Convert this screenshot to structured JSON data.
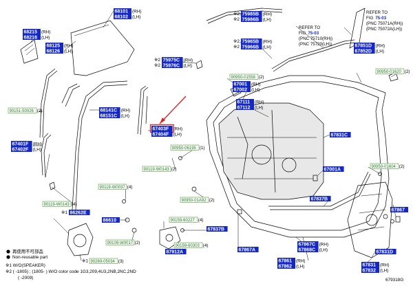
{
  "callouts": [
    {
      "code": "68101",
      "suffix": "(RH)"
    },
    {
      "code": "68102",
      "suffix": "(LH)"
    },
    {
      "code": "75985B",
      "suffix": "(RH)",
      "mark": "※2"
    },
    {
      "code": "75986B",
      "suffix": "(LH)",
      "mark": "※2"
    },
    {
      "code": "68215",
      "suffix": "(RH)"
    },
    {
      "code": "68216",
      "suffix": "(LH)"
    },
    {
      "code": "68125",
      "suffix": "(RH)"
    },
    {
      "code": "68126",
      "suffix": "(LH)"
    },
    {
      "code": "75965B",
      "suffix": "(RH)",
      "mark": "※2"
    },
    {
      "code": "75966B",
      "suffix": "(LH)",
      "mark": "※2"
    },
    {
      "code": "75975C",
      "suffix": "(RH)",
      "mark": "※2"
    },
    {
      "code": "75976C",
      "suffix": "(LH)",
      "mark": "※2"
    },
    {
      "code": "67001",
      "suffix": "(RH)"
    },
    {
      "code": "67002",
      "suffix": "(LH)"
    },
    {
      "code": "68141C",
      "suffix": "(RH)"
    },
    {
      "code": "68151C",
      "suffix": "(LH)"
    },
    {
      "code": "67111",
      "suffix": "(RH)"
    },
    {
      "code": "67112",
      "suffix": "(LH)"
    },
    {
      "code": "67403F",
      "suffix": "(RH)"
    },
    {
      "code": "67404F",
      "suffix": "(LH)"
    },
    {
      "code": "67401F",
      "suffix": "(RH)"
    },
    {
      "code": "67402F",
      "suffix": "(LH)"
    },
    {
      "code": "67851D",
      "suffix": "(RH)"
    },
    {
      "code": "67852D",
      "suffix": "(LH)"
    },
    {
      "code": "67831C",
      "suffix": ""
    },
    {
      "code": "67001A",
      "suffix": ""
    },
    {
      "code": "67837B",
      "suffix": ""
    },
    {
      "code": "86262E",
      "suffix": "",
      "mark": "※1"
    },
    {
      "code": "86610",
      "suffix": ""
    },
    {
      "code": "67837B",
      "suffix": ""
    },
    {
      "code": "87912A",
      "suffix": ""
    },
    {
      "code": "67867",
      "suffix": ""
    },
    {
      "code": "67867A",
      "suffix": ""
    },
    {
      "code": "67867C",
      "suffix": "(RH)"
    },
    {
      "code": "67868C",
      "suffix": "(LH)"
    },
    {
      "code": "67861",
      "suffix": "(RH)"
    },
    {
      "code": "67862",
      "suffix": "(LH)"
    },
    {
      "code": "67831D",
      "suffix": ""
    },
    {
      "code": "67831",
      "suffix": "(RH)"
    },
    {
      "code": "67832",
      "suffix": "(LH)"
    }
  ],
  "std_parts": [
    {
      "code": "90950-01558",
      "qty": "(2)"
    },
    {
      "code": "90950-01620",
      "qty": "(2)"
    },
    {
      "code": "90151-50026",
      "qty": "(2)"
    },
    {
      "code": "90950-06195",
      "qty": "(1)"
    },
    {
      "code": "90119-W0143",
      "qty": "(2)"
    },
    {
      "code": "90950-01604",
      "qty": "(2)"
    },
    {
      "code": "90119-W0037",
      "qty": "(4)"
    },
    {
      "code": "90119-W0143",
      "qty": "(4)"
    },
    {
      "code": "90950-01A92",
      "qty": "(2)"
    },
    {
      "code": "90159-60227",
      "qty": "(4)"
    },
    {
      "code": "90109-W0017",
      "qty": "(2)"
    },
    {
      "code": "90159-60303",
      "qty": "(4)"
    },
    {
      "code": "90269-05034",
      "qty": "(3)",
      "mark": "※1"
    }
  ],
  "refs": [
    {
      "line1": "REFER TO",
      "line2": "FIG",
      "fig": "75-03",
      "pnc": [
        "(PNC 75071A(RH))",
        "(PNC 75072A(LH))"
      ]
    },
    {
      "line1": "REFER TO",
      "line2": "FIG",
      "fig": "75-03",
      "pnc": [
        "(PNC 75710(RH))",
        "(PNC 75720(LH))"
      ]
    }
  ],
  "legend": {
    "item1": "再使用不可部品",
    "item2": "Non-reusable part",
    "note1": "※1  W/O(SPEAKER)",
    "note2_a": "※2  (          -1805)  ; (1805-          )  W/O color code 1G3,209,4U3,2NB,2NC,2ND",
    "note2_b": "(          -2009)"
  },
  "figure_id": "679318G",
  "colors": {
    "callout_fill": "#1428c8",
    "callout_text": "#ffffff",
    "std_text": "#1a7a1a",
    "highlight": "#e02020"
  }
}
